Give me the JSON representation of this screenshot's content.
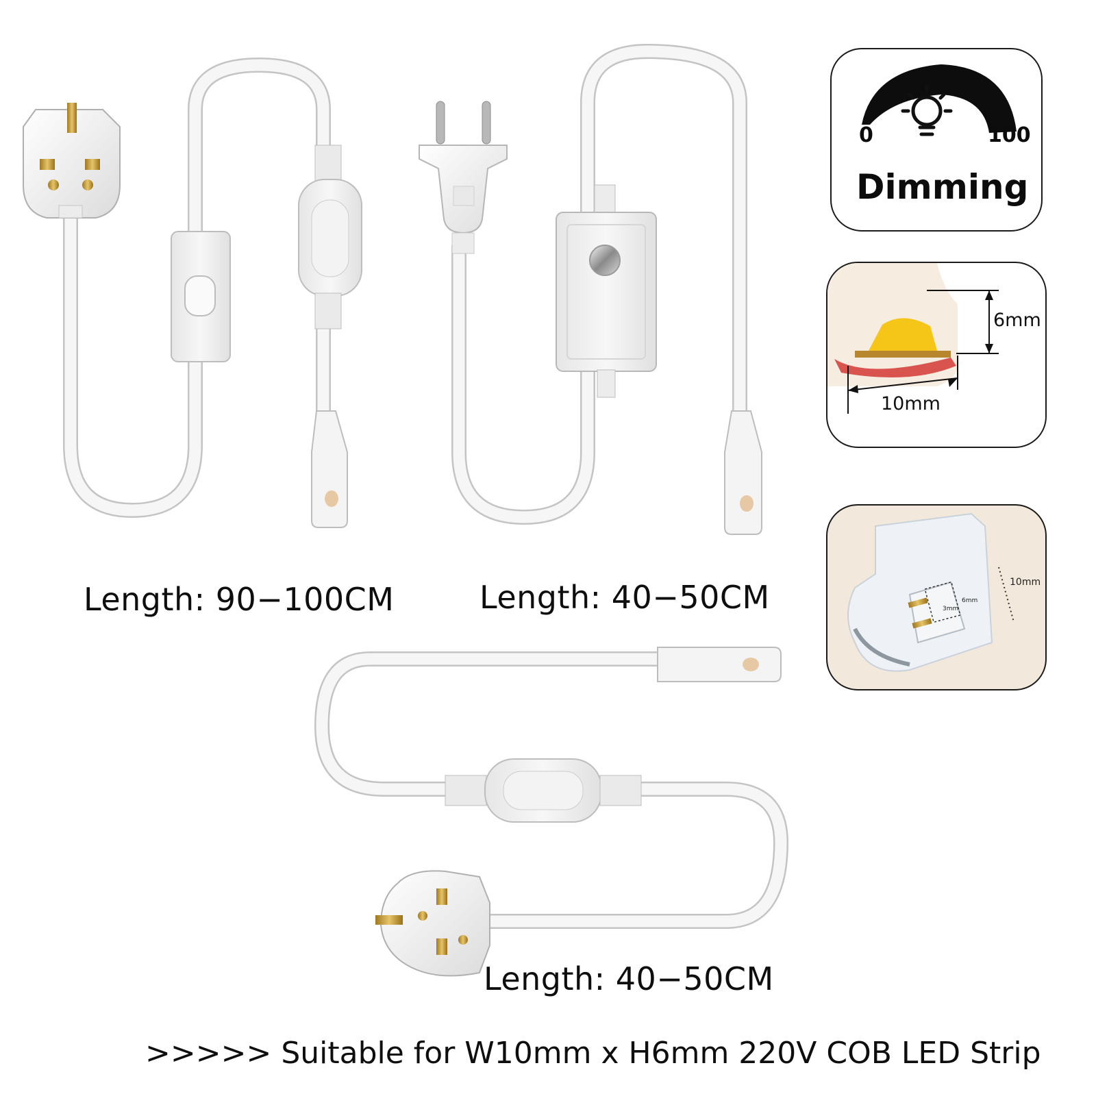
{
  "products": [
    {
      "id": "uk-plug-inline-switch",
      "plug": "UK 3-pin plug",
      "control": "inline rocker switch",
      "length_label": "Length:  90−100CM"
    },
    {
      "id": "eu-plug-dimmer",
      "plug": "EU 2-pin plug",
      "control": "rotary dimmer box",
      "length_label": "Length:  40−50CM"
    },
    {
      "id": "uk-plug-direct",
      "plug": "UK 3-pin plug",
      "control": "none",
      "length_label": "Length:  40−50CM"
    }
  ],
  "dimming_card": {
    "min": "0",
    "max": "100",
    "title": "Dimming",
    "icon": "bulb-icon"
  },
  "strip_card": {
    "height_label": "6mm",
    "width_label": "10mm"
  },
  "connector_card": {
    "width_label": "10mm",
    "inner_labels": [
      "3mm",
      "6mm"
    ]
  },
  "footer": ">>>>> Suitable for W10mm x H6mm 220V COB LED Strip",
  "colors": {
    "cable": "#f3f3f3",
    "cable_edge": "#bfbfbf",
    "brass": "#c9a24a",
    "led_yellow": "#f5c518",
    "pcb_red": "#d9534f",
    "card_border": "#1a1a1a"
  }
}
